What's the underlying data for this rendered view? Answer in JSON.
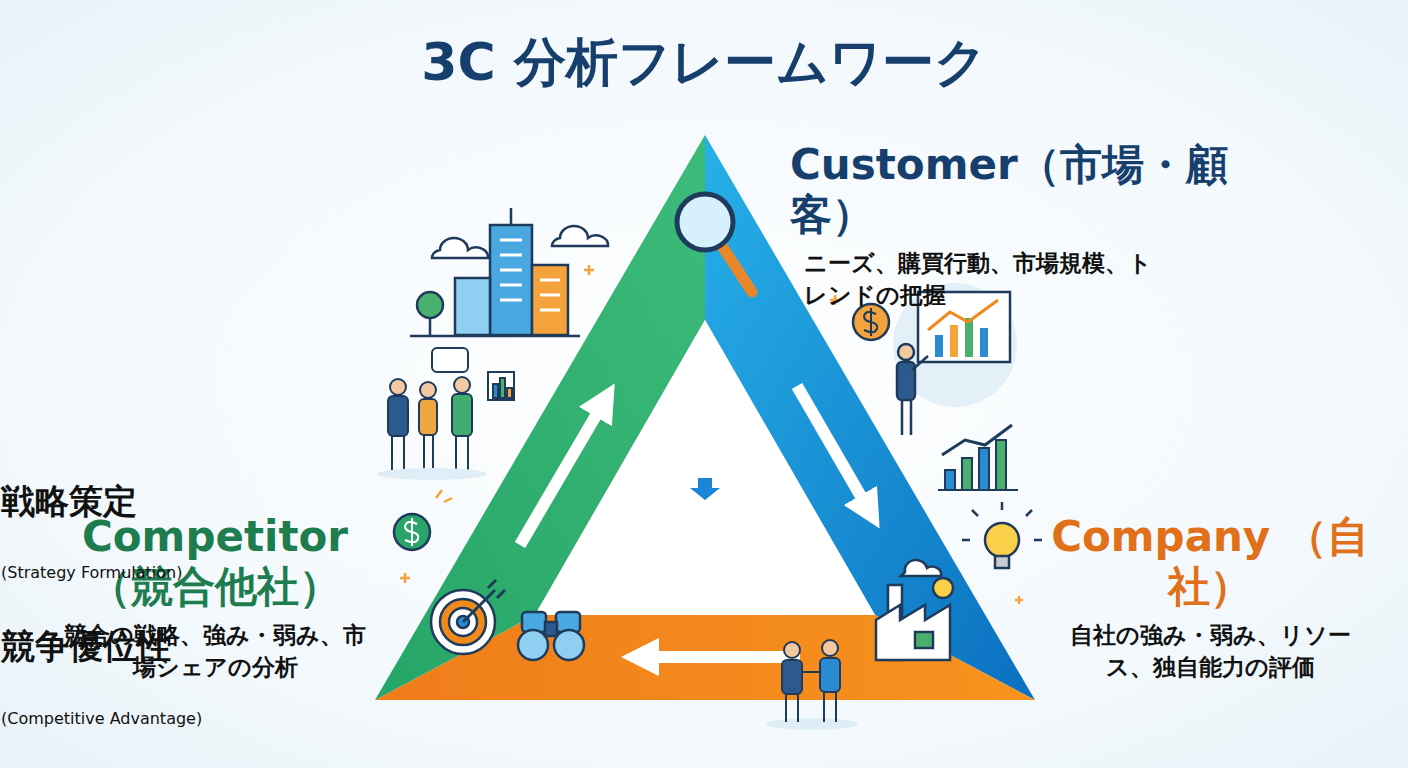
{
  "diagram": {
    "title": "3C 分析フレームワーク",
    "nodes": [
      {
        "text": [
          "Customer（市場・顧客）",
          "ニーズ、購買行動、市場規模、トレンドの把握"
        ]
      },
      {
        "text": [
          "Competitor （競合他社）",
          "競合の戦略、強み・弱み、市場シェアの分析"
        ]
      },
      {
        "text": [
          "Company （自社）",
          "自社の強み・弱み、リソース、独自能力の評価"
        ]
      }
    ],
    "labels": [
      "戦略策定",
      "(Strategy Formulation)",
      "競争優位性",
      "(Competitive Advantage)"
    ]
  }
}
